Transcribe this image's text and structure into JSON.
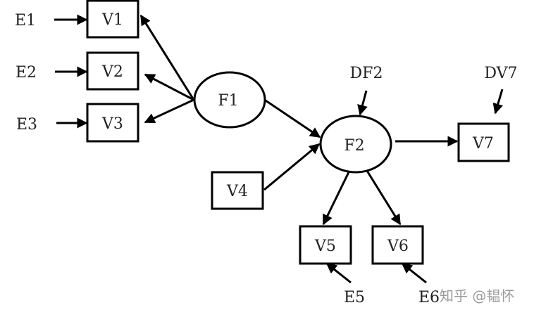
{
  "diagram": {
    "type": "structural-equation-model",
    "observed_variables": [
      "V1",
      "V2",
      "V3",
      "V4",
      "V5",
      "V6",
      "V7"
    ],
    "latent_factors": [
      "F1",
      "F2"
    ],
    "error_terms": [
      "E1",
      "E2",
      "E3",
      "E5",
      "E6"
    ],
    "disturbance_terms": [
      "DF2",
      "DV7"
    ],
    "nodes": {
      "V1": "V1",
      "V2": "V2",
      "V3": "V3",
      "V4": "V4",
      "V5": "V5",
      "V6": "V6",
      "V7": "V7",
      "F1": "F1",
      "F2": "F2",
      "E1": "E1",
      "E2": "E2",
      "E3": "E3",
      "E5": "E5",
      "E6": "E6",
      "DF2": "DF2",
      "DV7": "DV7"
    },
    "edges": [
      {
        "from": "E1",
        "to": "V1"
      },
      {
        "from": "E2",
        "to": "V2"
      },
      {
        "from": "E3",
        "to": "V3"
      },
      {
        "from": "F1",
        "to": "V1"
      },
      {
        "from": "F1",
        "to": "V2"
      },
      {
        "from": "F1",
        "to": "V3"
      },
      {
        "from": "F1",
        "to": "F2"
      },
      {
        "from": "V4",
        "to": "F2"
      },
      {
        "from": "DF2",
        "to": "F2"
      },
      {
        "from": "F2",
        "to": "V7"
      },
      {
        "from": "DV7",
        "to": "V7"
      },
      {
        "from": "F2",
        "to": "V5"
      },
      {
        "from": "F2",
        "to": "V6"
      },
      {
        "from": "E5",
        "to": "V5"
      },
      {
        "from": "E6",
        "to": "V6"
      }
    ]
  },
  "watermark": "知乎 @韫怀",
  "colors": {
    "stroke": "#000000",
    "background": "#ffffff",
    "watermark": "#9a9a9a"
  }
}
